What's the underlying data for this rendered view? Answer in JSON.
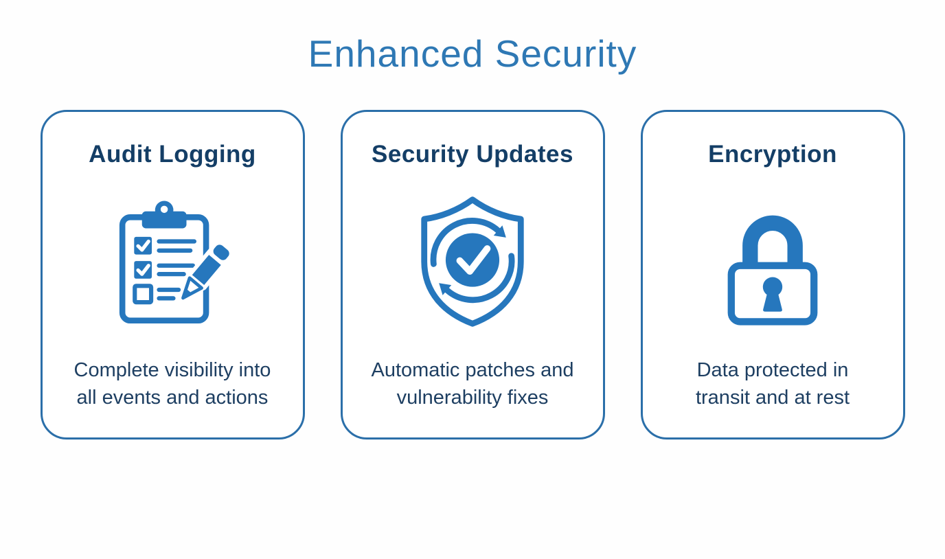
{
  "title": "Enhanced Security",
  "colors": {
    "title_blue": "#2e78b4",
    "card_border": "#2b6fa9",
    "heading_navy": "#143e66",
    "body_navy": "#1e3f62",
    "icon_blue": "#2677bd",
    "background": "#fefefe"
  },
  "cards": [
    {
      "title": "Audit Logging",
      "icon": "clipboard-checklist-icon",
      "description_line1": "Complete visibility into",
      "description_line2": "all events and actions"
    },
    {
      "title": "Security Updates",
      "icon": "shield-refresh-check-icon",
      "description_line1": "Automatic patches and",
      "description_line2": "vulnerability fixes"
    },
    {
      "title": "Encryption",
      "icon": "padlock-icon",
      "description_line1": "Data protected in",
      "description_line2": "transit and at rest"
    }
  ]
}
